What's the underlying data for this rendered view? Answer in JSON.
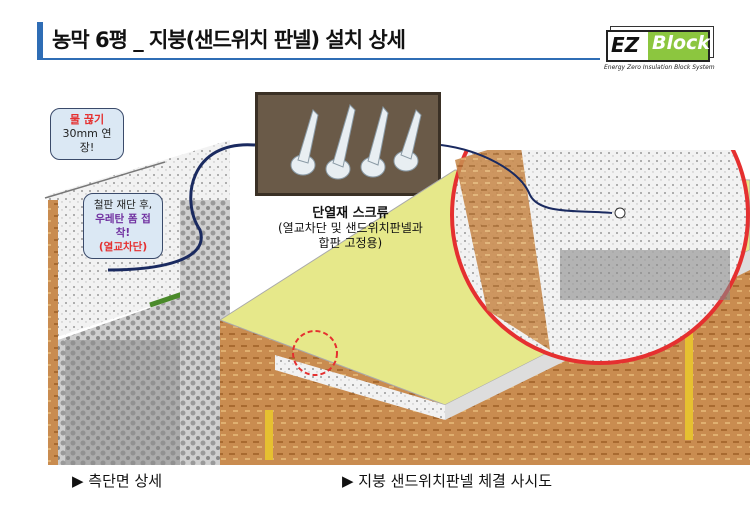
{
  "header": {
    "title": "농막 6평 _ 지붕(샌드위치 판넬) 설치 상세",
    "logo_left": "EZ",
    "logo_right": "Block",
    "logo_tagline": "Energy Zero Insulation Block System"
  },
  "left_detail": {
    "bubble1": {
      "line1": "물 끊기",
      "line2": "30mm 연장!"
    },
    "bubble2": {
      "line1": "철판 재단 후,",
      "line2": "우레탄 폼 접착!",
      "line3": "(열교차단)"
    },
    "caption": "▶ 측단면 상세"
  },
  "screw": {
    "title": "단열재 스크류",
    "desc1": "(열교차단 및 샌드위치판넬과",
    "desc2": "합판 고정용)"
  },
  "right_detail": {
    "caption": "▶ 지붕 샌드위치판넬 체결 사시도"
  },
  "colors": {
    "accent": "#2f6db5",
    "logo_green": "#8cc63f",
    "red": "#e53030",
    "purple": "#7030a0",
    "osb": "#c98c50",
    "panel_top": "#e6e88a"
  }
}
